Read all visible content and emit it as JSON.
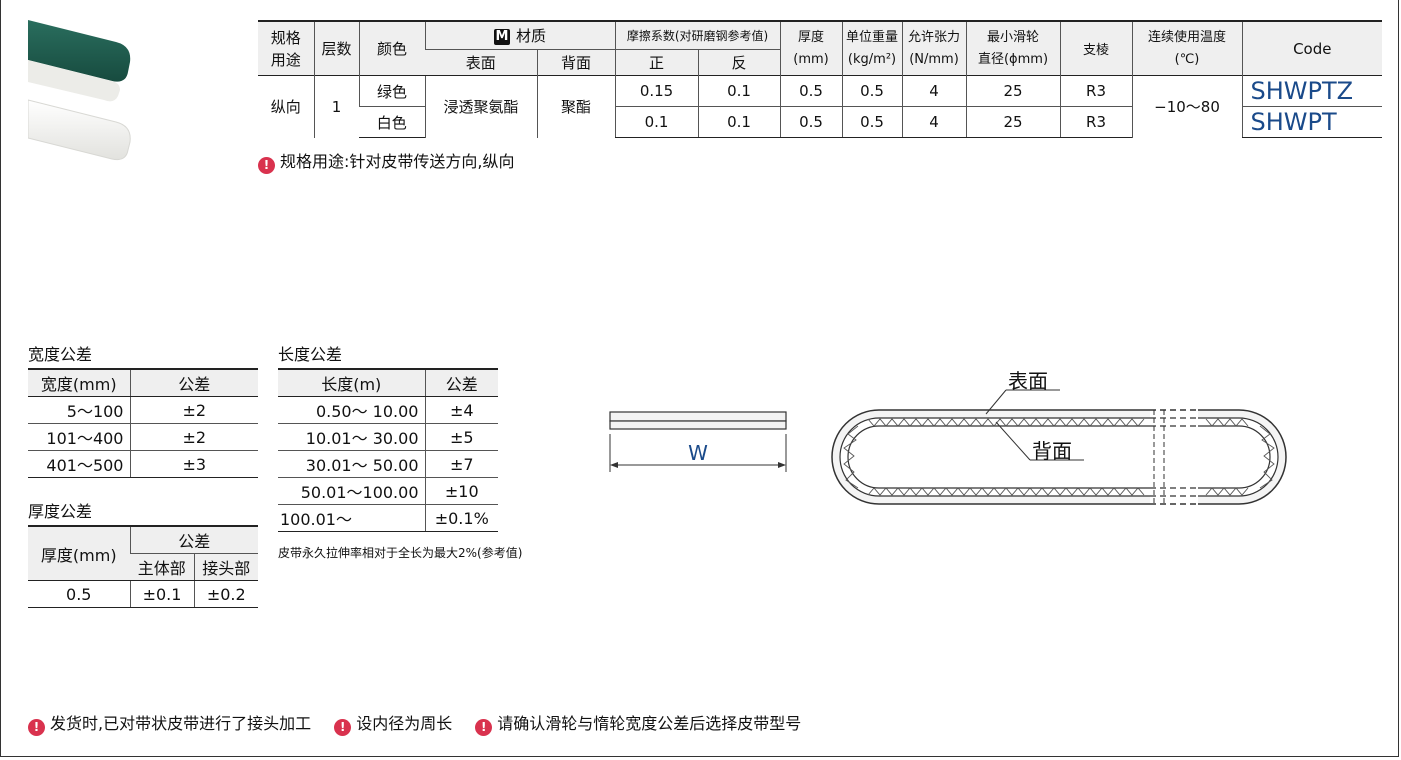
{
  "spec": {
    "headers": {
      "usage": [
        "规格",
        "用途"
      ],
      "layers": "层数",
      "color": "颜色",
      "material_badge": "M",
      "material": "材质",
      "surface": "表面",
      "back": "背面",
      "friction": "摩擦系数(对研磨钢参考值)",
      "front": "正",
      "reverse": "反",
      "thickness": "厚度",
      "thickness_unit": "(mm)",
      "weight": "单位重量",
      "weight_unit": "(kg/m²)",
      "tension": "允许张力",
      "tension_unit": "(N/mm)",
      "pulley": "最小滑轮",
      "pulley_unit": "直径(ϕmm)",
      "rib": "支棱",
      "temp": "连续使用温度",
      "temp_unit": "(℃)",
      "code": "Code"
    },
    "usage_value": "纵向",
    "layers_value": "1",
    "surface_material": "浸透聚氨酯",
    "back_material": "聚酯",
    "temp_value": "−10〜80",
    "rows": [
      {
        "color": "绿色",
        "front": "0.15",
        "reverse": "0.1",
        "thickness": "0.5",
        "weight": "0.5",
        "tension": "4",
        "pulley": "25",
        "rib": "R3",
        "code": "SHWPTZ"
      },
      {
        "color": "白色",
        "front": "0.1",
        "reverse": "0.1",
        "thickness": "0.5",
        "weight": "0.5",
        "tension": "4",
        "pulley": "25",
        "rib": "R3",
        "code": "SHWPT"
      }
    ],
    "note": "规格用途:针对皮带传送方向,纵向"
  },
  "width_tol": {
    "title": "宽度公差",
    "headers": [
      "宽度(mm)",
      "公差"
    ],
    "rows": [
      [
        "5〜100",
        "±2"
      ],
      [
        "101〜400",
        "±2"
      ],
      [
        "401〜500",
        "±3"
      ]
    ]
  },
  "thick_tol": {
    "title": "厚度公差",
    "headers": {
      "thickness": "厚度(mm)",
      "tolerance": "公差",
      "main": "主体部",
      "joint": "接头部"
    },
    "row": [
      "0.5",
      "±0.1",
      "±0.2"
    ]
  },
  "length_tol": {
    "title": "长度公差",
    "headers": [
      "长度(m)",
      "公差"
    ],
    "rows": [
      [
        "0.50〜 10.00",
        "±4"
      ],
      [
        "10.01〜 30.00",
        "±5"
      ],
      [
        "30.01〜 50.00",
        "±7"
      ],
      [
        "50.01〜100.00",
        "±10"
      ],
      [
        "100.01〜",
        "±0.1%"
      ]
    ],
    "note": "皮带永久拉伸率相对于全长为最大2%(参考值)"
  },
  "diagram": {
    "width_label": "W",
    "surface_label": "表面",
    "back_label": "背面"
  },
  "bottom_notes": [
    "发货时,已对带状皮带进行了接头加工",
    "设内径为周长",
    "请确认滑轮与惰轮宽度公差后选择皮带型号"
  ],
  "note_icon": "!",
  "colors": {
    "belt_green": "#1f5e4f",
    "belt_white": "#f1f1ee",
    "code_blue": "#1a4a8a",
    "note_red": "#d9324e"
  }
}
